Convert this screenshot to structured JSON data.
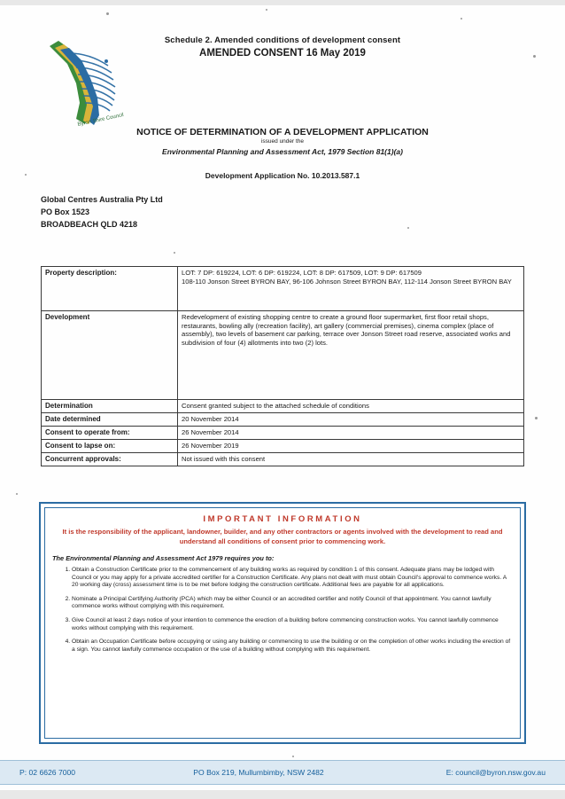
{
  "header": {
    "schedule_line": "Schedule 2.  Amended conditions of development consent",
    "amended_consent": "AMENDED CONSENT 16 May 2019",
    "notice_title": "NOTICE OF DETERMINATION OF A DEVELOPMENT APPLICATION",
    "notice_sub": "issued under the",
    "notice_act": "Environmental Planning and Assessment Act, 1979 Section 81(1)(a)",
    "da_number": "Development Application No. 10.2013.587.1"
  },
  "addressee": {
    "line1": "Global Centres Australia Pty Ltd",
    "line2": "PO Box 1523",
    "line3": "BROADBEACH QLD  4218"
  },
  "details": {
    "rows": [
      {
        "label": "Property description:",
        "value": "LOT: 7 DP: 619224, LOT: 6 DP: 619224, LOT: 8 DP: 617509, LOT: 9 DP: 617509\n108-110 Jonson Street BYRON BAY, 96-106 Johnson Street BYRON BAY,  112-114 Jonson Street BYRON BAY"
      },
      {
        "label": "Development",
        "value": "Redevelopment of existing shopping centre to create a ground floor supermarket, first floor retail shops, restaurants, bowling ally (recreation facility), art gallery (commercial premises), cinema complex (place of assembly), two levels of basement car parking, terrace over Jonson Street road reserve, associated works and subdivision of four (4) allotments into two (2) lots."
      },
      {
        "label": "Determination",
        "value": "Consent granted subject to the attached schedule of conditions"
      },
      {
        "label": "Date determined",
        "value": "20 November 2014"
      },
      {
        "label": "Consent to operate from:",
        "value": "26 November 2014"
      },
      {
        "label": "Consent to lapse on:",
        "value": "26 November 2019"
      },
      {
        "label": "Concurrent approvals:",
        "value": "Not issued with this consent"
      }
    ]
  },
  "important": {
    "title": "IMPORTANT INFORMATION",
    "responsibility": "It is the responsibility of the applicant, landowner, builder, and any other contractors or agents involved with the development to read and understand all conditions of consent prior to commencing work.",
    "requires": "The Environmental Planning and Assessment Act 1979 requires you to:",
    "items": [
      "Obtain a Construction Certificate prior to the commencement of any building works as required by condition 1 of this consent. Adequate plans may be lodged with Council or you may apply for a private accredited certifier for a Construction Certificate. Any plans not dealt with must obtain Council's approval to commence works. A 20 working day (cross) assessment time is to be met before lodging the construction certificate. Additional fees are payable for all applications.",
      "Nominate a Principal Certifying Authority (PCA) which may be either Council or an accredited certifier and notify Council of that appointment. You cannot lawfully commence works without complying with this requirement.",
      "Give Council at least 2 days notice of your intention to commence the erection of a building before commencing construction works. You cannot lawfully commence works without complying with this requirement.",
      "Obtain an Occupation Certificate before occupying or using any building or commencing to use the building or on the completion of other works including the erection of a sign. You cannot lawfully commence occupation or the use of a building without complying with this requirement."
    ]
  },
  "footer": {
    "phone": "P: 02 6626 7000",
    "address": "PO Box 219, Mullumbimby, NSW 2482",
    "email": "E: council@byron.nsw.gov.au"
  },
  "colors": {
    "accent_blue": "#2b6ca3",
    "alert_red": "#c0392b",
    "footer_bg": "#dce9f3",
    "footer_text": "#16609c"
  },
  "logo": {
    "alt_name": "byron-shire-council-logo",
    "caption": "Byron Shire Council"
  }
}
